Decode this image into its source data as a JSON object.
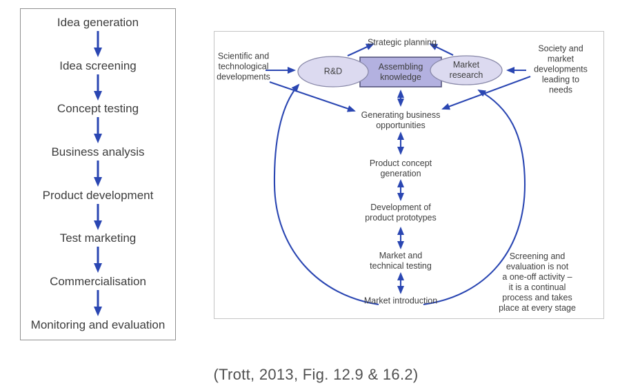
{
  "left_flowchart": {
    "steps": [
      "Idea generation",
      "Idea screening",
      "Concept testing",
      "Business analysis",
      "Product development",
      "Test marketing",
      "Commercialisation",
      "Monitoring and evaluation"
    ]
  },
  "right_diagram": {
    "strategic_planning": "Strategic planning",
    "scientific": "Scientific and\ntechnological\ndevelopments",
    "society": "Society and market\ndevelopments\nleading to needs",
    "rd": "R&D",
    "assembling_knowledge": "Assembling\nknowledge",
    "market_research": "Market\nresearch",
    "generating_business": "Generating business\nopportunities",
    "product_concept": "Product concept\ngeneration",
    "development_prototypes": "Development of\nproduct prototypes",
    "market_testing": "Market and\ntechnical testing",
    "market_introduction": "Market introduction",
    "note": "Screening and\nevaluation is not\na one-off activity –\nit is a continual\nprocess and takes\nplace at every stage"
  },
  "caption": "(Trott, 2013, Fig. 12.9 & 16.2)",
  "colors": {
    "arrow_blue": "#2a46b2",
    "ellipse_fill": "#dcdaf0",
    "ellipse_stroke": "#8888a8",
    "knowledge_box_fill": "#b3b1e0",
    "knowledge_box_stroke": "#54547c",
    "label_text": "#3d3d3d",
    "caption_text": "#4f4f4f"
  }
}
